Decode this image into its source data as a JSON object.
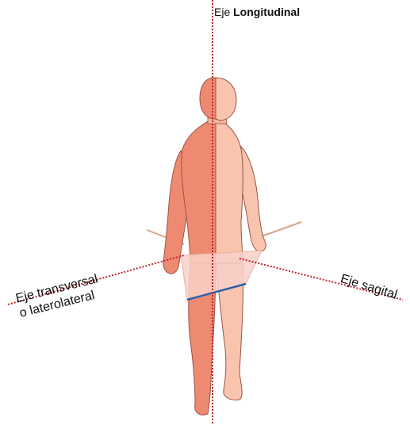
{
  "axes": {
    "longitudinal": {
      "prefix": "Eje",
      "name": "Longitudinal"
    },
    "sagital": {
      "text": "Eje sagital"
    },
    "transversal": {
      "line1": "Eje transversal",
      "line2": "o laterolateral"
    }
  },
  "colors": {
    "axis_dots": "#c0232a",
    "figure_front": "#ee8a72",
    "figure_side": "#f8c4ad",
    "figure_outline": "#9a5445",
    "transverse_plane": "#f9d0c8",
    "plane_edge": "#2f5ea8"
  }
}
